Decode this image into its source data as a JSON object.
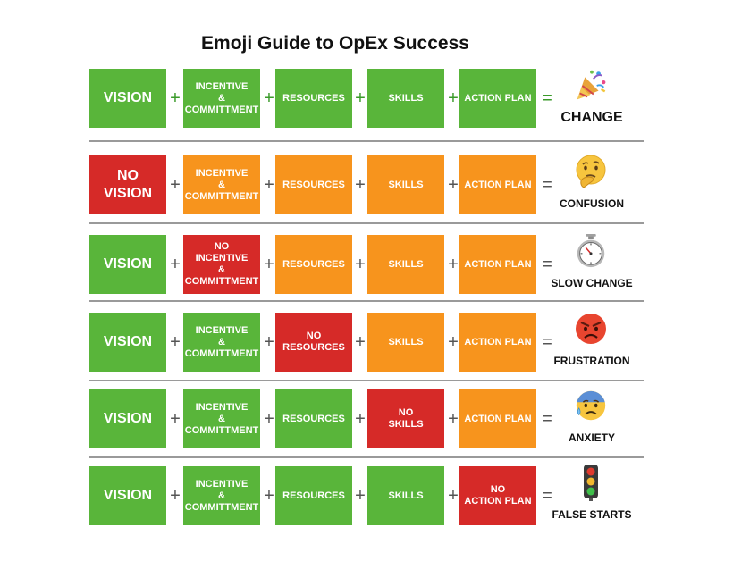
{
  "title": "Emoji Guide to OpEx Success",
  "operators": {
    "plus": "+",
    "equals": "="
  },
  "colors": {
    "green": "#59b53a",
    "orange": "#f7941d",
    "red": "#d62a28",
    "divider": "#9a9a9a"
  },
  "rows": [
    {
      "cells": [
        {
          "label": "VISION",
          "color": "green"
        },
        {
          "label": "INCENTIVE\n&\nCOMMITTMENT",
          "color": "green"
        },
        {
          "label": "RESOURCES",
          "color": "green"
        },
        {
          "label": "SKILLS",
          "color": "green"
        },
        {
          "label": "ACTION PLAN",
          "color": "green"
        }
      ],
      "icon": "party-popper-icon",
      "result": "CHANGE"
    },
    {
      "cells": [
        {
          "label": "NO\nVISION",
          "color": "red"
        },
        {
          "label": "INCENTIVE\n&\nCOMMITTMENT",
          "color": "orange"
        },
        {
          "label": "RESOURCES",
          "color": "orange"
        },
        {
          "label": "SKILLS",
          "color": "orange"
        },
        {
          "label": "ACTION PLAN",
          "color": "orange"
        }
      ],
      "icon": "thinking-face-icon",
      "result": "CONFUSION"
    },
    {
      "cells": [
        {
          "label": "VISION",
          "color": "green"
        },
        {
          "label": "NO\nINCENTIVE\n&\nCOMMITTMENT",
          "color": "red"
        },
        {
          "label": "RESOURCES",
          "color": "orange"
        },
        {
          "label": "SKILLS",
          "color": "orange"
        },
        {
          "label": "ACTION PLAN",
          "color": "orange"
        }
      ],
      "icon": "stopwatch-icon",
      "result": "SLOW CHANGE"
    },
    {
      "cells": [
        {
          "label": "VISION",
          "color": "green"
        },
        {
          "label": "INCENTIVE\n&\nCOMMITTMENT",
          "color": "green"
        },
        {
          "label": "NO\nRESOURCES",
          "color": "red"
        },
        {
          "label": "SKILLS",
          "color": "orange"
        },
        {
          "label": "ACTION PLAN",
          "color": "orange"
        }
      ],
      "icon": "angry-face-icon",
      "result": "FRUSTRATION"
    },
    {
      "cells": [
        {
          "label": "VISION",
          "color": "green"
        },
        {
          "label": "INCENTIVE\n&\nCOMMITTMENT",
          "color": "green"
        },
        {
          "label": "RESOURCES",
          "color": "green"
        },
        {
          "label": "NO\nSKILLS",
          "color": "red"
        },
        {
          "label": "ACTION PLAN",
          "color": "orange"
        }
      ],
      "icon": "anxious-sweat-face-icon",
      "result": "ANXIETY"
    },
    {
      "cells": [
        {
          "label": "VISION",
          "color": "green"
        },
        {
          "label": "INCENTIVE\n&\nCOMMITTMENT",
          "color": "green"
        },
        {
          "label": "RESOURCES",
          "color": "green"
        },
        {
          "label": "SKILLS",
          "color": "green"
        },
        {
          "label": "NO\nACTION PLAN",
          "color": "red"
        }
      ],
      "icon": "traffic-light-icon",
      "result": "FALSE STARTS"
    }
  ]
}
